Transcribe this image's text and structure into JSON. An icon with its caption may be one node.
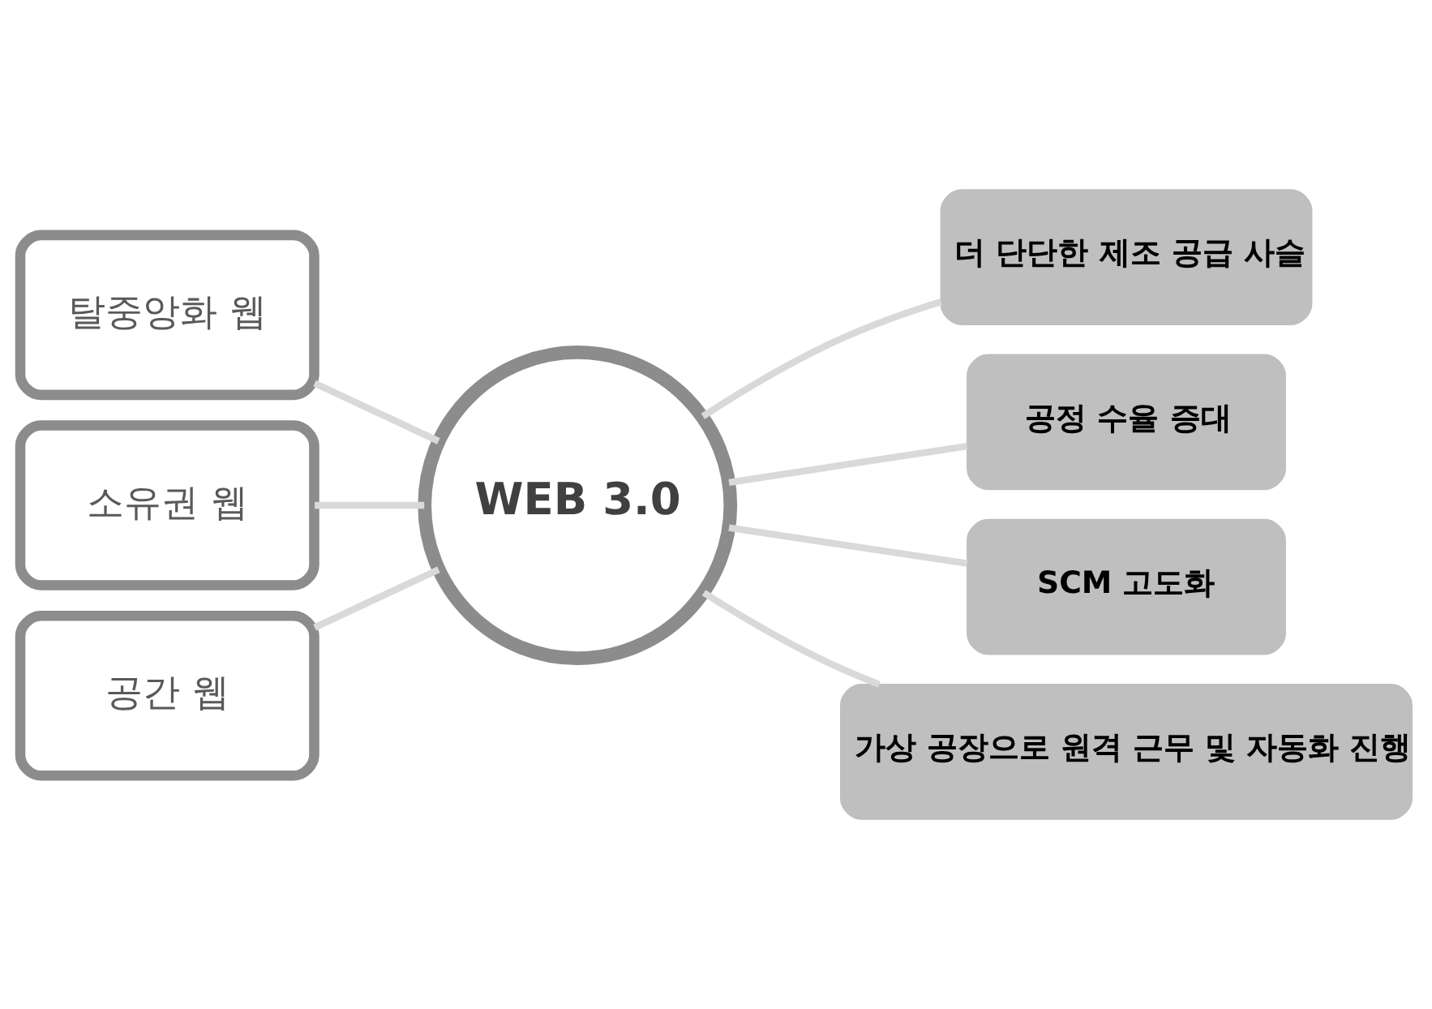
{
  "diagram": {
    "nodes": [
      {
        "text": [
          "탈중앙화 웹"
        ]
      },
      {
        "text": [
          "소유권 웹"
        ]
      },
      {
        "text": [
          "공간 웹"
        ]
      },
      {
        "text": [
          "WEB 3.0"
        ]
      },
      {
        "text": [
          "더 단단한 제조 공급 사슬"
        ]
      },
      {
        "text": [
          "공정 수율 증대"
        ]
      },
      {
        "text": [
          "SCM 고도화"
        ]
      },
      {
        "text": [
          "가상 공장으로 원격 근무 및 자동화 진행"
        ]
      }
    ],
    "edges": [
      {
        "from": 0,
        "to": 3,
        "arrow": "none"
      },
      {
        "from": 1,
        "to": 3,
        "arrow": "none"
      },
      {
        "from": 2,
        "to": 3,
        "arrow": "none"
      },
      {
        "from": 3,
        "to": 4,
        "arrow": "none"
      },
      {
        "from": 3,
        "to": 5,
        "arrow": "none"
      },
      {
        "from": 3,
        "to": 6,
        "arrow": "none"
      },
      {
        "from": 3,
        "to": 7,
        "arrow": "none"
      }
    ]
  }
}
